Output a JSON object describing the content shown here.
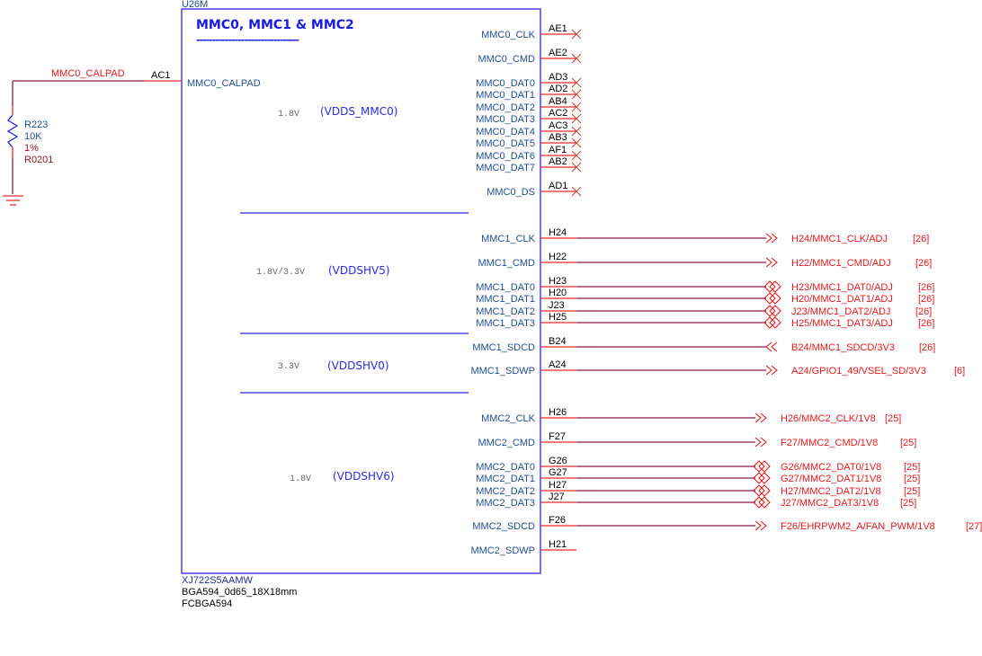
{
  "component": {
    "refdes": "U26M",
    "title": "MMC0, MMC1 & MMC2",
    "title_underline": "--------------------------------",
    "part_number": "XJ722S5AAMW",
    "footprint": "BGA594_0d65_18X18mm",
    "package": "FCBGA594"
  },
  "colors": {
    "symbol_outline": "#2626e6",
    "pin_wire": "#ee2b2b",
    "net_wire": "#8b1a4a",
    "net_label": "#e8191d",
    "pin_name": "#1f4e8c",
    "rail_label": "#2a2ae0"
  },
  "rails": [
    {
      "voltage": "1.8V",
      "name": "(VDDS_MMC0)"
    },
    {
      "voltage": "1.8V/3.3V",
      "name": "(VDDSHV5)"
    },
    {
      "voltage": "3.3V",
      "name": "(VDDSHV0)"
    },
    {
      "voltage": "1.8V",
      "name": "(VDDSHV6)"
    }
  ],
  "left_pins": [
    {
      "name": "MMC0_CALPAD",
      "number": "AC1",
      "net": "MMC0_CALPAD"
    }
  ],
  "resistor": {
    "refdes": "R223",
    "value": "10K",
    "tolerance": "1%",
    "footprint": "R0201",
    "ground_icon": "ground-symbol"
  },
  "right_pins": [
    {
      "name": "MMC0_CLK",
      "number": "AE1",
      "connection": "no-connect"
    },
    {
      "name": "MMC0_CMD",
      "number": "AE2",
      "connection": "no-connect"
    },
    {
      "name": "MMC0_DAT0",
      "number": "AD3",
      "connection": "no-connect"
    },
    {
      "name": "MMC0_DAT1",
      "number": "AD2",
      "connection": "no-connect"
    },
    {
      "name": "MMC0_DAT2",
      "number": "AB4",
      "connection": "no-connect"
    },
    {
      "name": "MMC0_DAT3",
      "number": "AC2",
      "connection": "no-connect"
    },
    {
      "name": "MMC0_DAT4",
      "number": "AC3",
      "connection": "no-connect"
    },
    {
      "name": "MMC0_DAT5",
      "number": "AB3",
      "connection": "no-connect"
    },
    {
      "name": "MMC0_DAT6",
      "number": "AF1",
      "connection": "no-connect"
    },
    {
      "name": "MMC0_DAT7",
      "number": "AB2",
      "connection": "no-connect"
    },
    {
      "name": "MMC0_DS",
      "number": "AD1",
      "connection": "no-connect"
    },
    {
      "name": "MMC1_CLK",
      "number": "H24",
      "connection": "output",
      "net": "H24/MMC1_CLK/ADJ",
      "page": "[26]"
    },
    {
      "name": "MMC1_CMD",
      "number": "H22",
      "connection": "output",
      "net": "H22/MMC1_CMD/ADJ",
      "page": "[26]"
    },
    {
      "name": "MMC1_DAT0",
      "number": "H23",
      "connection": "bidir",
      "net": "H23/MMC1_DAT0/ADJ",
      "page": "[26]"
    },
    {
      "name": "MMC1_DAT1",
      "number": "H20",
      "connection": "bidir",
      "net": "H20/MMC1_DAT1/ADJ",
      "page": "[26]"
    },
    {
      "name": "MMC1_DAT2",
      "number": "J23",
      "connection": "bidir",
      "net": "J23/MMC1_DAT2/ADJ",
      "page": "[26]"
    },
    {
      "name": "MMC1_DAT3",
      "number": "H25",
      "connection": "bidir",
      "net": "H25/MMC1_DAT3/ADJ",
      "page": "[26]"
    },
    {
      "name": "MMC1_SDCD",
      "number": "B24",
      "connection": "input",
      "net": "B24/MMC1_SDCD/3V3",
      "page": "[26]"
    },
    {
      "name": "MMC1_SDWP",
      "number": "A24",
      "connection": "output",
      "net": "A24/GPIO1_49/VSEL_SD/3V3",
      "page": "[6]"
    },
    {
      "name": "MMC2_CLK",
      "number": "H26",
      "connection": "output",
      "net": "H26/MMC2_CLK/1V8",
      "page": "[25]"
    },
    {
      "name": "MMC2_CMD",
      "number": "F27",
      "connection": "output",
      "net": "F27/MMC2_CMD/1V8",
      "page": "[25]"
    },
    {
      "name": "MMC2_DAT0",
      "number": "G26",
      "connection": "bidir",
      "net": "G26/MMC2_DAT0/1V8",
      "page": "[25]"
    },
    {
      "name": "MMC2_DAT1",
      "number": "G27",
      "connection": "bidir",
      "net": "G27/MMC2_DAT1/1V8",
      "page": "[25]"
    },
    {
      "name": "MMC2_DAT2",
      "number": "H27",
      "connection": "bidir",
      "net": "H27/MMC2_DAT2/1V8",
      "page": "[25]"
    },
    {
      "name": "MMC2_DAT3",
      "number": "J27",
      "connection": "bidir",
      "net": "J27/MMC2_DAT3/1V8",
      "page": "[25]"
    },
    {
      "name": "MMC2_SDCD",
      "number": "F26",
      "connection": "output",
      "net": "F26/EHRPWM2_A/FAN_PWM/1V8",
      "page": "[27]"
    },
    {
      "name": "MMC2_SDWP",
      "number": "H21",
      "connection": "open"
    }
  ]
}
